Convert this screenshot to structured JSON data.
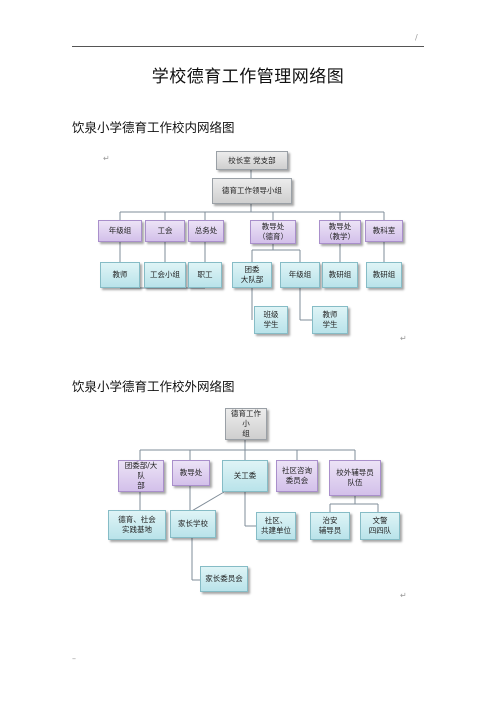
{
  "header": {
    "page_mark": "/"
  },
  "doc": {
    "title": "学校德育工作管理网络图",
    "section1_title": "饮泉小学德育工作校内网络图",
    "section2_title": "饮泉小学德育工作校外网络图",
    "para_mark": "↵",
    "footer_mark": "–"
  },
  "chart1": {
    "top": "校长室 党支部",
    "group": "德育工作领导小组",
    "depts": {
      "nianji": "年级组",
      "gonghui": "工会",
      "zongwu": "总务处",
      "jiaodao_de": "教导处\n（德育）",
      "jiaodao_jx": "教导处\n（教学）",
      "jiaoke": "教科室"
    },
    "subs": {
      "jiaoshi": "教师",
      "gonghui_xz": "工会小组",
      "zhigong": "职工",
      "tuanwei": "团委\n大队部",
      "nianji": "年级组",
      "jiaoyan": "教研组",
      "jiaoke_zu": "教研组"
    },
    "leaves": {
      "banji": "班级\n学生",
      "jiaoshi": "教师\n学生"
    }
  },
  "chart2": {
    "top": "德育工作小\n组",
    "depts": {
      "tuanwei": "团委部/大队\n部",
      "jiaodao": "教导处",
      "guangong": "关工委",
      "shequ_zx": "社区咨询\n委员会",
      "xiaowai": "校外辅导员\n队伍"
    },
    "subs": {
      "deyu_base": "德育、社会\n实践基地",
      "jiazhang_school": "家长学校",
      "shequ": "社区、\n共建单位",
      "zhian": "治安\n辅导员",
      "wenyu": "文警\n四四队"
    },
    "leaf": {
      "jiazhang_wyh": "家长委员会"
    }
  }
}
